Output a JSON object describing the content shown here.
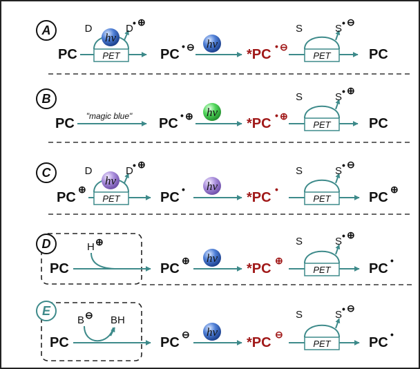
{
  "colors": {
    "arrow": "#3d8a8a",
    "text": "#111111",
    "excited": "#a01818",
    "letter_e": "#3d8a8a",
    "photon_blue": "#2a5cb8",
    "photon_green": "#3cc84a",
    "photon_purple": "#9a7ad0"
  },
  "labels": {
    "pc": "PC",
    "excited_pc": "*PC",
    "pet": "PET",
    "hv": "hν",
    "substrate": "S",
    "donor": "D",
    "acid": "H",
    "base": "B",
    "conj_acid": "BH",
    "magic_blue": "\"magic blue\"",
    "charge_plus": "⊕",
    "charge_minus": "⊖",
    "radical": "•"
  },
  "pathways": [
    {
      "letter": "A",
      "photon": "photon_blue"
    },
    {
      "letter": "B",
      "photon": "photon_green"
    },
    {
      "letter": "C",
      "photon": "photon_purple"
    },
    {
      "letter": "D",
      "photon": "photon_blue"
    },
    {
      "letter": "E",
      "photon": "photon_blue"
    }
  ]
}
